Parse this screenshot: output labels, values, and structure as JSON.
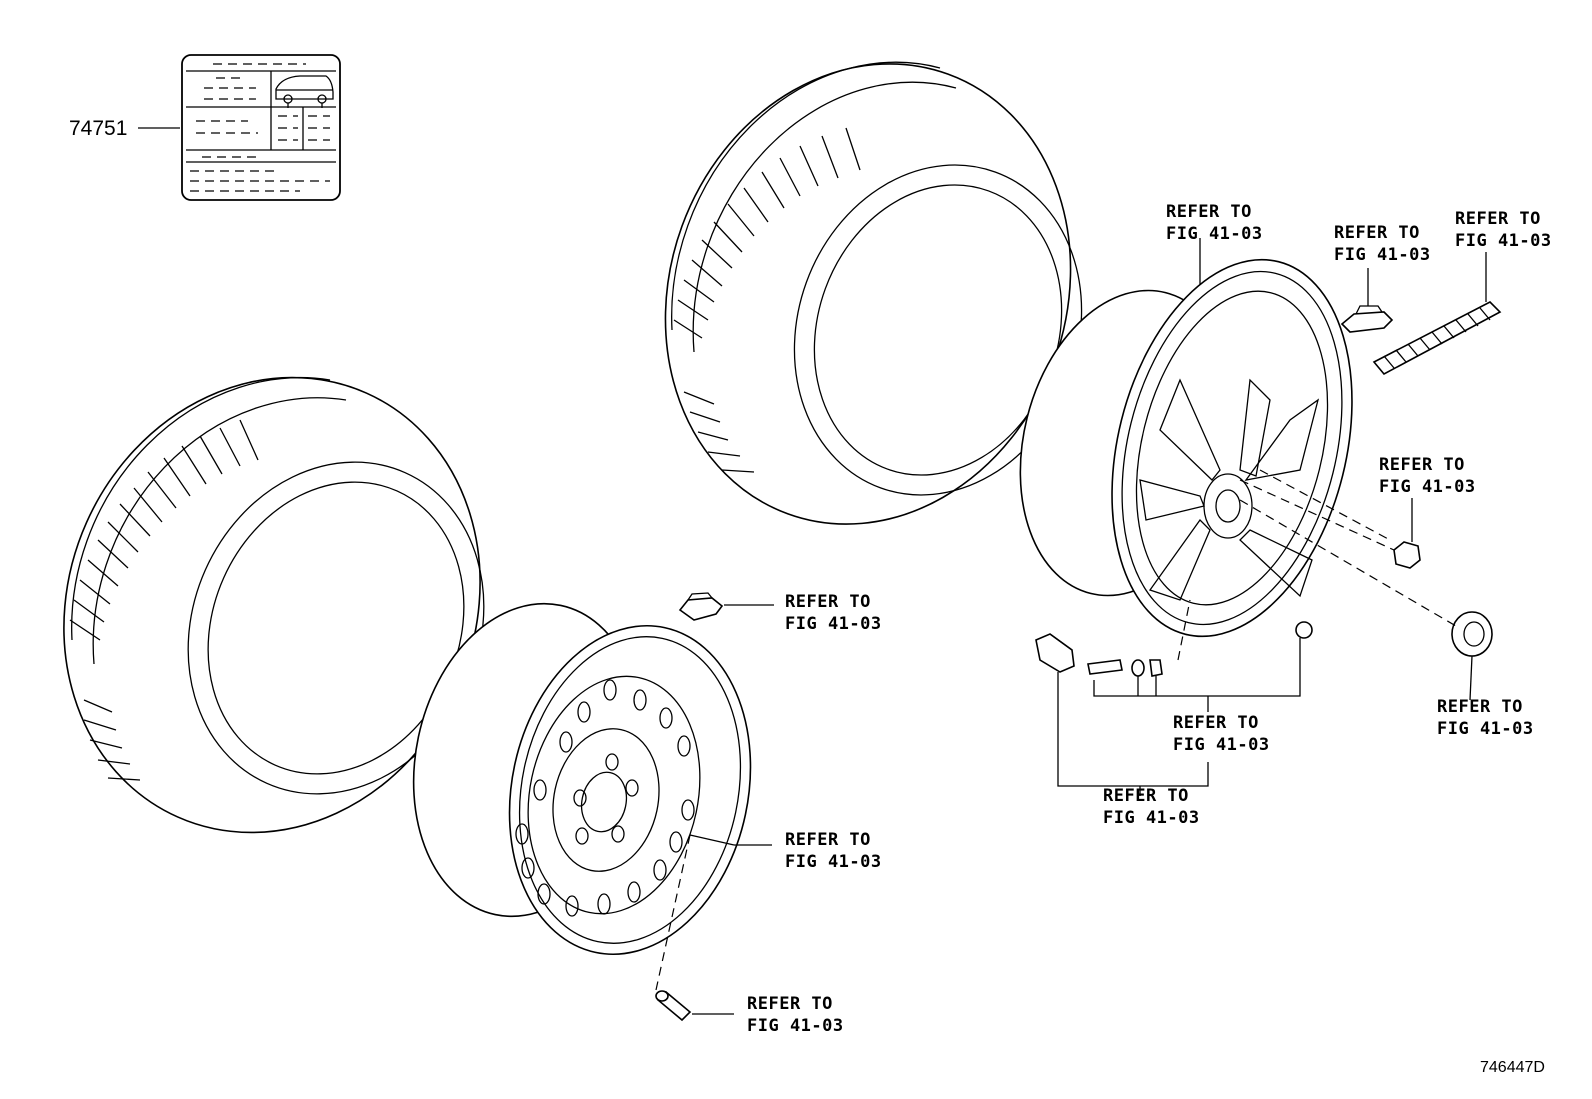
{
  "diagram": {
    "drawing_code": "746447D",
    "label_part_number": "74751",
    "refer_line1": "REFER TO",
    "refer_line2": "FIG 41-03"
  }
}
